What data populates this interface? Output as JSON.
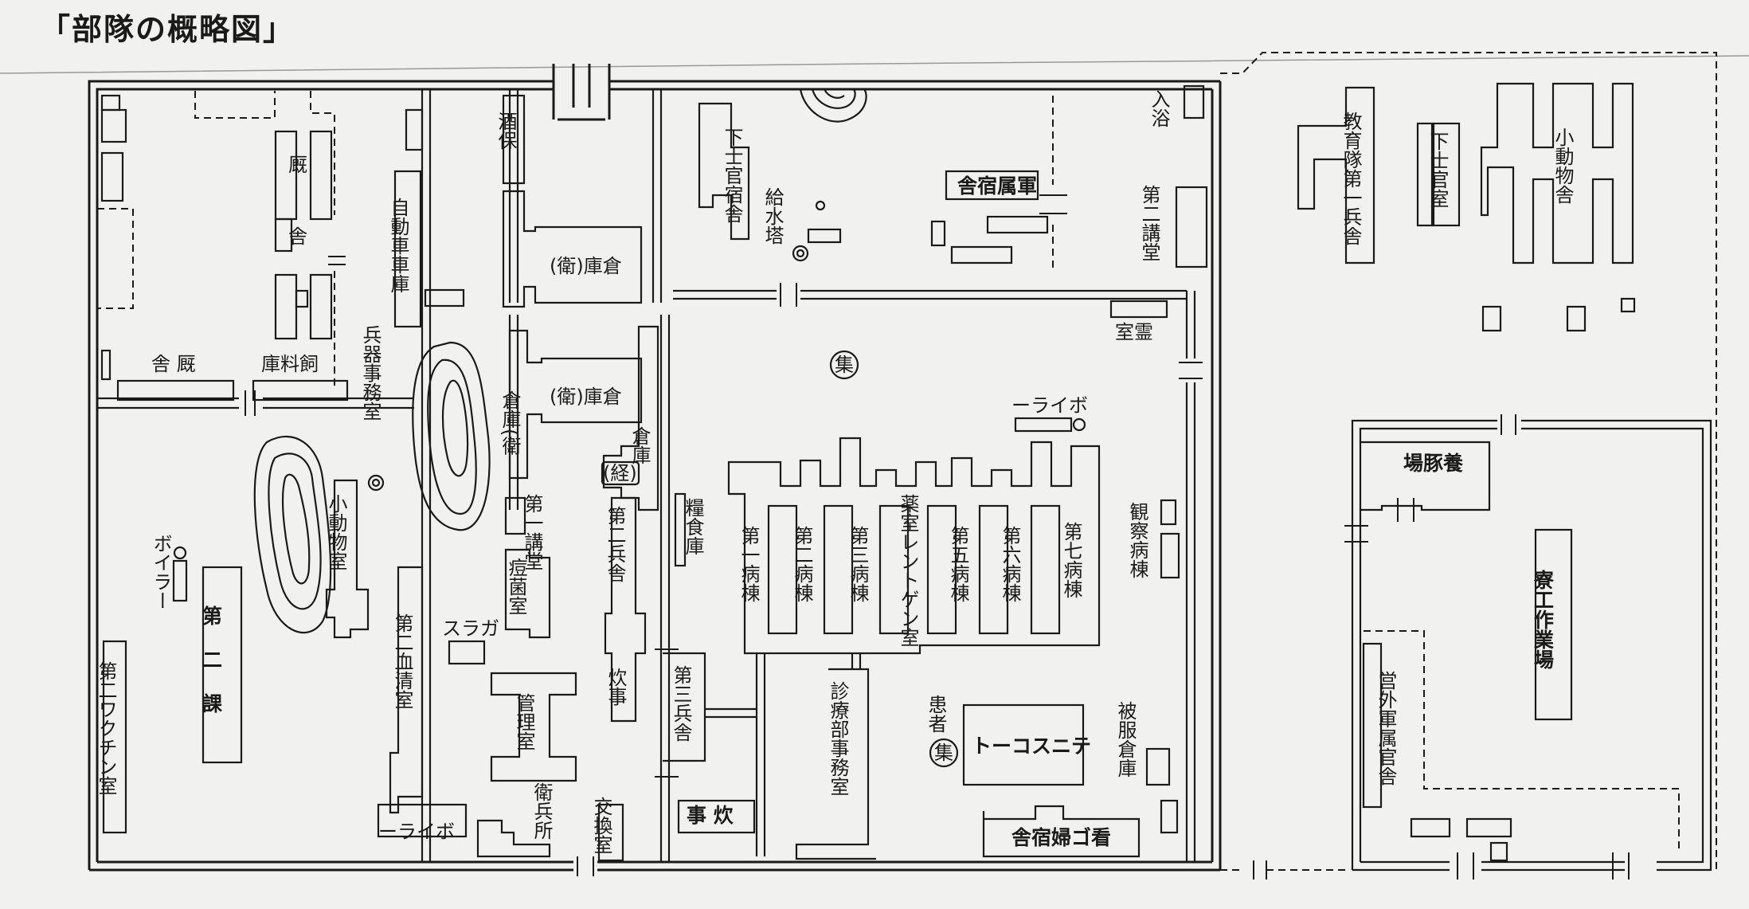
{
  "title": "「部隊の概略図」",
  "labels": {
    "umaya": "厩",
    "sha": "舎",
    "umaya_sha": "舎 厩",
    "shiryoko": "庫料飼",
    "heiki_jimushitsu": "兵器事務室",
    "jidosha_shako": "自動車車庫",
    "shuho": "酒保",
    "ei_soko_1": "(衛)庫倉",
    "ei_soko_2": "(衛)庫倉",
    "soko_ei": "倉庫(衛",
    "kei": "(経)",
    "soko": "倉庫",
    "dai1_kodo": "第一講堂",
    "ekikinshitsu": "痘菌室",
    "suraga": "スラガ",
    "kanrishitsu": "管理室",
    "eiheisho": "衛兵所",
    "koukanshitsu": "交換室",
    "dai2_heisha": "第二兵舎",
    "dai3_heisha": "第三兵舎",
    "suiji_1": "炊事",
    "suiji_2": "事 炊",
    "ryoshokuko": "糧食庫",
    "kashikan_shukusha": "下士官宿舎",
    "kyusuito": "給水塔",
    "gunzoku_shukusha": "舎宿属軍",
    "nyuyoku": "入浴",
    "dai2_kodo": "第二講堂",
    "kyoikutai": "教育隊第一兵舎",
    "kashikan_shitsu": "下士官室",
    "shodobutsu_sha": "小動物舎",
    "shu_1": "集",
    "shu_2": "集",
    "eishitsu": "室霊",
    "boiler_1": "ーライボ",
    "boiler_2": "ボイラー",
    "boiler_3": "ーライボ",
    "byoto_1": "第一病棟",
    "byoto_2": "第二病棟",
    "byoto_3": "第三病棟",
    "yakushitsu": "薬室レントゲン室",
    "byoto_5": "第五病棟",
    "byoto_6": "第六病棟",
    "byoto_7": "第七病棟",
    "kansatsu_byoto": "観察病棟",
    "shinryobu": "診療部事務室",
    "kanja": "患者",
    "tennis": "トーコスニテ",
    "hifuku_soko": "被服倉庫",
    "kangofu_shukusha": "舎宿婦ゴ看",
    "shodobutsu_shitsu": "小動物室",
    "dai2_ka": "第二課",
    "dai2_vaccine": "第二ワクチン室",
    "dai2_kessei": "第二血清室",
    "yotonjo": "場豚養",
    "ryo_kosakugyojo": "寮工作業場",
    "eigai_gunzoku": "営外軍属官舎"
  },
  "colors": {
    "ink": "#1a1a1a",
    "paper": "#f1f1ef"
  }
}
